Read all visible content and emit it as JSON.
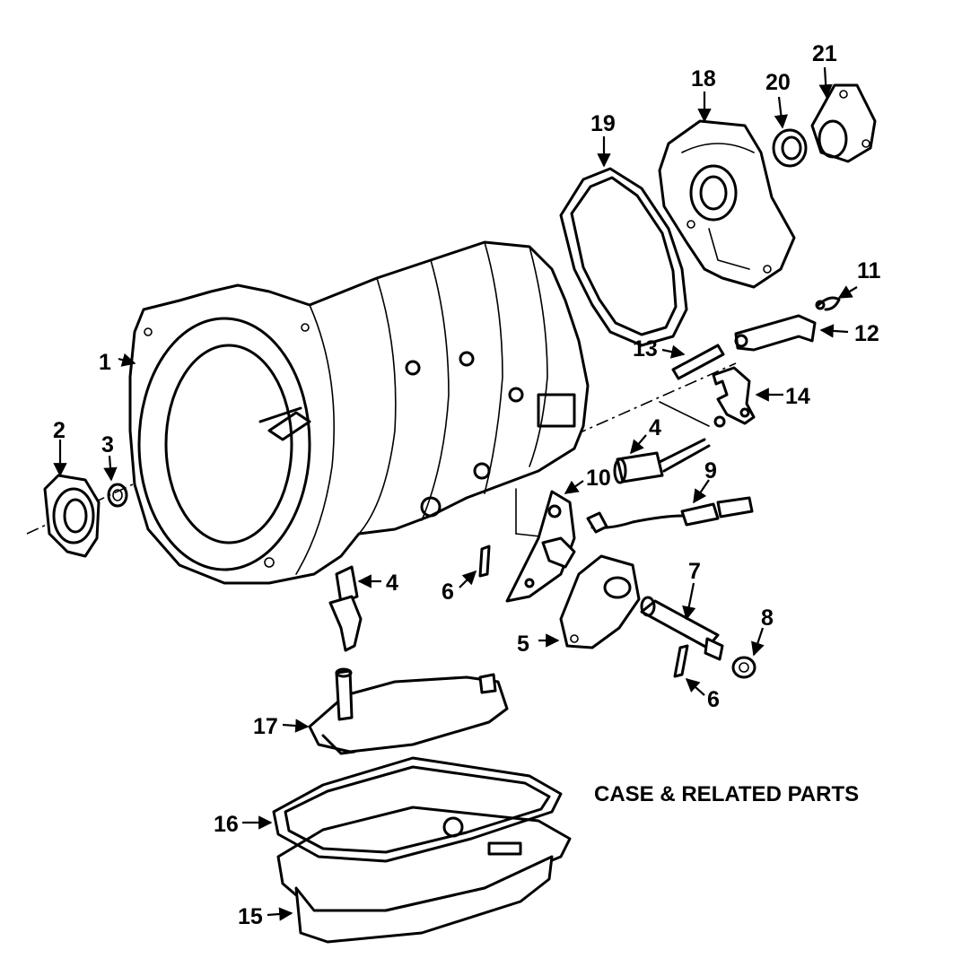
{
  "caption": "CASE & RELATED PARTS",
  "callouts": {
    "c1": "1",
    "c2": "2",
    "c3": "3",
    "c4a": "4",
    "c4b": "4",
    "c5": "5",
    "c6a": "6",
    "c6b": "6",
    "c7": "7",
    "c8": "8",
    "c9": "9",
    "c10": "10",
    "c11": "11",
    "c12": "12",
    "c13": "13",
    "c14": "14",
    "c15": "15",
    "c16": "16",
    "c17": "17",
    "c18": "18",
    "c19": "19",
    "c20": "20",
    "c21": "21"
  }
}
